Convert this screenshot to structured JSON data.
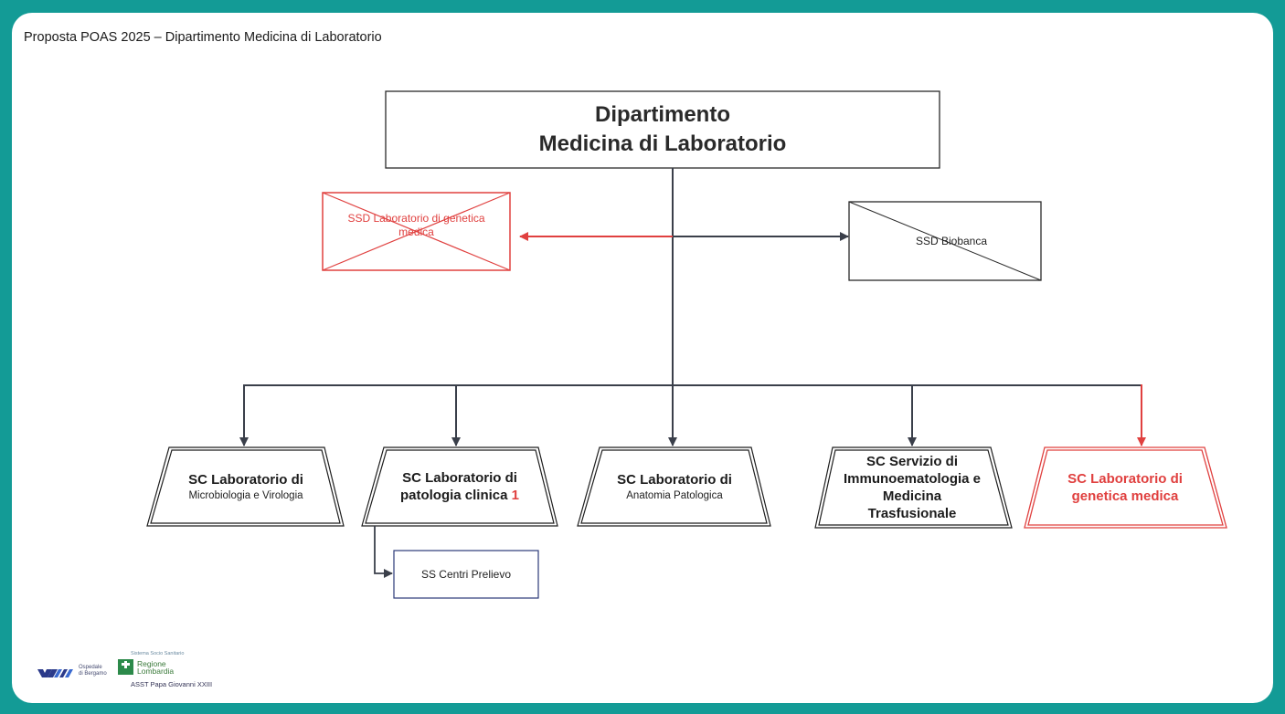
{
  "header": {
    "title": "Proposta POAS 2025 – Dipartimento Medicina di Laboratorio"
  },
  "department": {
    "line1": "Dipartimento",
    "line2": "Medicina di Laboratorio"
  },
  "ssd_removed": {
    "line1": "SSD Laboratorio di genetica",
    "line2": "medica",
    "status": "crossed-out",
    "color": "#e0403f"
  },
  "ssd_biobanca": {
    "label": "SSD Biobanca",
    "status": "struck-diagonal"
  },
  "sc_units": [
    {
      "title": "SC Laboratorio di",
      "subtitle": "Microbiologia e Virologia"
    },
    {
      "title_line1": "SC Laboratorio di",
      "title_line2": "patologia clinica",
      "marker": "1"
    },
    {
      "title": "SC Laboratorio di",
      "subtitle": "Anatomia Patologica"
    },
    {
      "line1": "SC Servizio di",
      "line2": "Immunoematologia e",
      "line3": "Medicina",
      "line4": "Trasfusionale"
    },
    {
      "line1": "SC Laboratorio di",
      "line2": "genetica medica",
      "new": true,
      "color": "#e0403f"
    }
  ],
  "ss_unit": {
    "label": "SS Centri Prelievo"
  },
  "logos": {
    "system": "Sistema Socio Sanitario",
    "ospedale_line1": "Ospedale",
    "ospedale_line2": "di Bergamo",
    "regione_line1": "Regione",
    "regione_line2": "Lombardia",
    "asst": "ASST Papa Giovanni XXIII"
  },
  "colors": {
    "frame": "#139b96",
    "connector": "#3a3f4a",
    "highlight": "#e0403f"
  }
}
